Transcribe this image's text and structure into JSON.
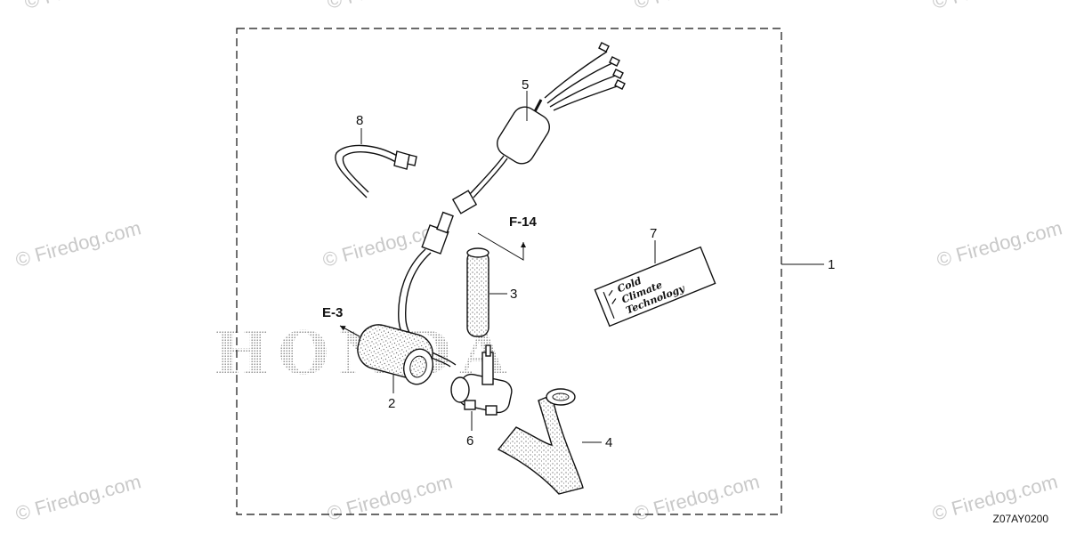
{
  "watermark": {
    "text": "© Firedog.com"
  },
  "brand": {
    "text": "HONDA"
  },
  "diagram": {
    "code": "Z07AY0200"
  },
  "assembly_label": "1",
  "callouts": {
    "c2": "2",
    "c3": "3",
    "c4": "4",
    "c5": "5",
    "c6": "6",
    "c7": "7",
    "c8": "8"
  },
  "references": {
    "e3": "E-3",
    "f14": "F-14"
  },
  "decal": {
    "line1": "Cold",
    "line2": "Climate",
    "line3": "Technology"
  },
  "colors": {
    "line": "#111111",
    "watermark": "#c9c9c9",
    "brand_dots": "#8a8a8a"
  }
}
